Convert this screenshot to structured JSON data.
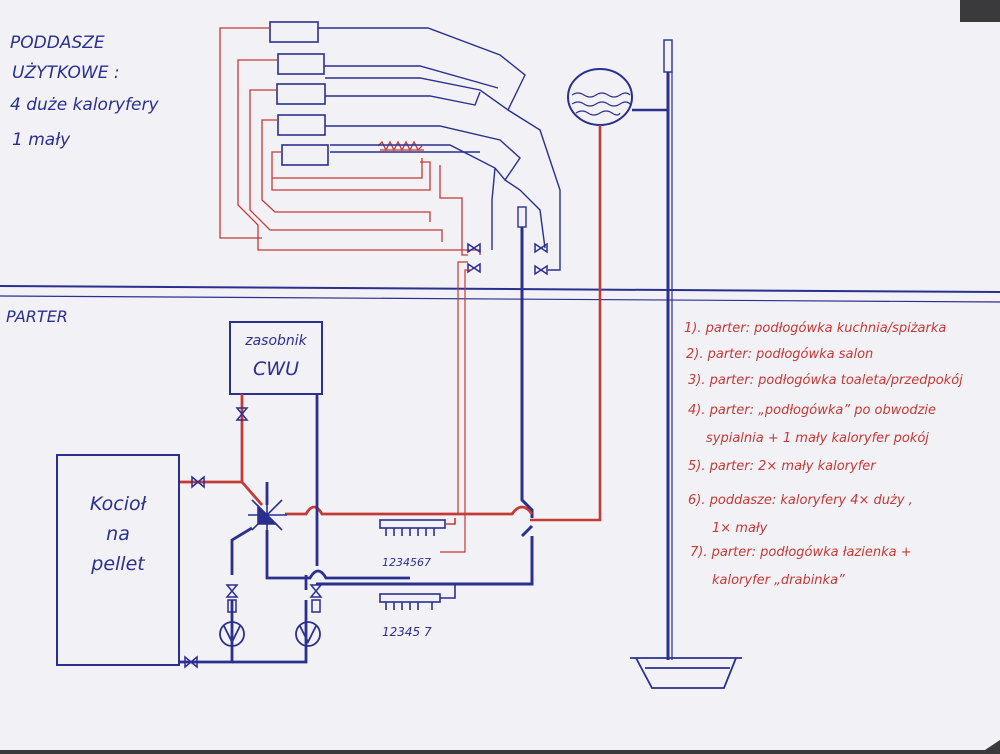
{
  "colors": {
    "paper": "#f2f1f5",
    "blue_ink": "#2b2f8f",
    "red_ink": "#c43a36",
    "background": "#3a3a3c"
  },
  "upper_floor": {
    "heading_line1": "PODDASZE",
    "heading_line2": "UŻYTKOWE :",
    "heading_line3": "4 duże kaloryfery",
    "heading_line4": "1 mały"
  },
  "ground_floor": {
    "heading": "PARTER"
  },
  "boiler": {
    "line1": "Kocioł",
    "line2": "na",
    "line3": "pellet"
  },
  "tank": {
    "line1": "zasobnik",
    "line2": "CWU"
  },
  "manifolds": {
    "upper_label": "1234567",
    "lower_label": "12345 7"
  },
  "legend": [
    {
      "line1": "1). parter: podłogówka kuchnia/spiżarka"
    },
    {
      "line1": "2). parter: podłogówka salon"
    },
    {
      "line1": "3). parter: podłogówka toaleta/przedpokój"
    },
    {
      "line1": "4). parter: „podłogówka” po obwodzie",
      "line2": "sypialnia + 1 mały kaloryfer pokój"
    },
    {
      "line1": "5). parter: 2× mały kaloryfer"
    },
    {
      "line1": "6). poddasze: kaloryfery 4× duży ,",
      "line2": "1× mały"
    },
    {
      "line1": "7). parter: podłogówka łazienka +",
      "line2": "kaloryfer „drabinka”"
    }
  ]
}
